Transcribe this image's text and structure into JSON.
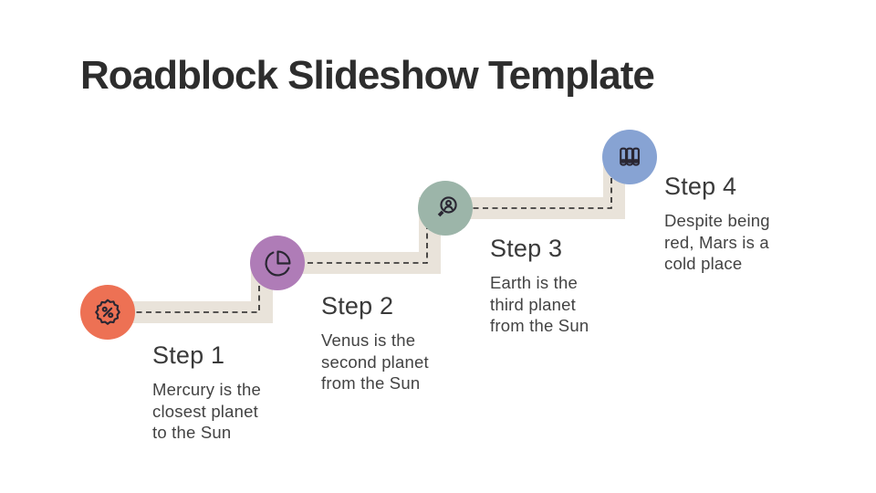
{
  "slide": {
    "title": "Roadblock Slideshow Template",
    "background_color": "#ffffff"
  },
  "colors": {
    "title_text": "#2d2d2d",
    "heading_text": "#3a3a3a",
    "body_text": "#434343",
    "path_band": "#e9e3da",
    "path_dash": "#222222",
    "icon_stroke": "#2a2733"
  },
  "steps": [
    {
      "label": "Step 1",
      "description": "Mercury is the\ncloses​t planet\nto the Sun",
      "circle_color": "#ed7154",
      "icon": "discount-badge-icon"
    },
    {
      "label": "Step 2",
      "description": "Venus is the\nsecond planet\nfrom the Sun",
      "circle_color": "#af7cb7",
      "icon": "pie-chart-icon"
    },
    {
      "label": "Step 3",
      "description": "Earth is the\nthird planet\nfrom the Sun",
      "circle_color": "#9cb5a9",
      "icon": "person-search-icon"
    },
    {
      "label": "Step 4",
      "description": "Despite being\nred, Mars is a\ncold place",
      "circle_color": "#87a3d3",
      "icon": "archive-binders-icon"
    }
  ]
}
